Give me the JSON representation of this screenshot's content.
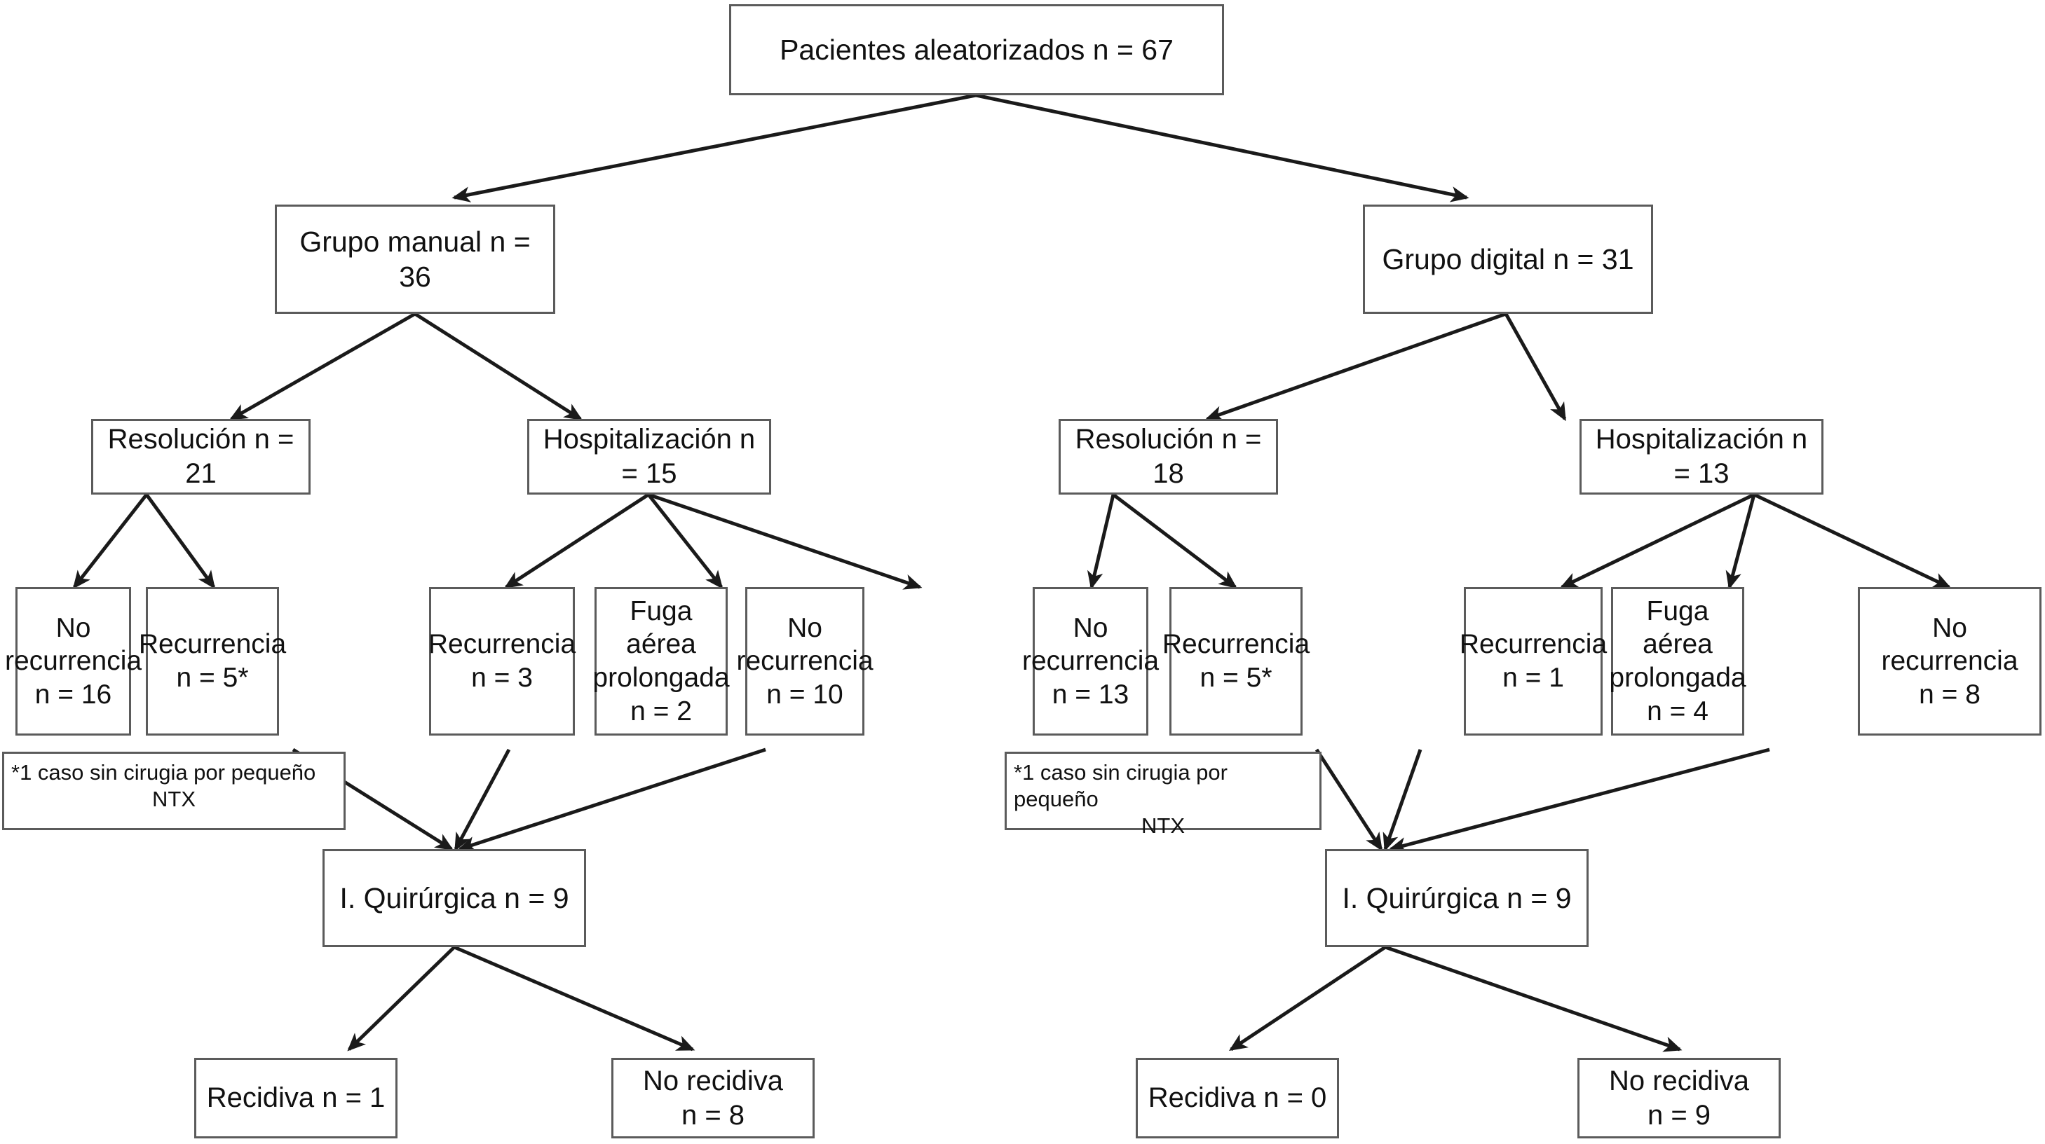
{
  "diagram": {
    "type": "flowchart",
    "title_text": "",
    "colors": {
      "box_border": "#5b5b5b",
      "box_fill": "#ffffff",
      "edge": "#1a1a1a",
      "text": "#111111"
    },
    "nodes": {
      "root": {
        "label": "Pacientes aleatorizados n = 67"
      },
      "group_manual": {
        "label": "Grupo manual n = 36"
      },
      "group_digital": {
        "label": "Grupo digital n = 31"
      },
      "manual_resolucion": {
        "label": "Resolución n = 21"
      },
      "manual_hospitalizacion": {
        "label": "Hospitalización n = 15"
      },
      "digital_resolucion": {
        "label": "Resolución n = 18"
      },
      "digital_hospitalizacion": {
        "label": "Hospitalización n = 13"
      },
      "manual_no_recurrencia_16": {
        "label": "No\nrecurrencia\nn = 16"
      },
      "manual_recurrencia_5": {
        "label": "Recurrencia\nn = 5*"
      },
      "manual_recurrencia_3": {
        "label": "Recurrencia\nn = 3"
      },
      "manual_fuga_2": {
        "label": "Fuga aérea\nprolongada\nn = 2"
      },
      "manual_no_recurrencia_10": {
        "label": "No\nrecurrencia\nn = 10"
      },
      "digital_no_recurrencia_13": {
        "label": "No\nrecurrencia\nn = 13"
      },
      "digital_recurrencia_5": {
        "label": "Recurrencia\nn = 5*"
      },
      "digital_recurrencia_1": {
        "label": "Recurrencia\nn = 1"
      },
      "digital_fuga_4": {
        "label": "Fuga aérea\nprolongada\nn = 4"
      },
      "digital_no_recurrencia_8": {
        "label": "No\nrecurrencia\nn = 8"
      },
      "manual_footnote": {
        "line1": "*1 caso sin cirugia por pequeño",
        "line2": "NTX"
      },
      "digital_footnote": {
        "line1": "*1 caso sin cirugia por pequeño",
        "line2": "NTX"
      },
      "manual_quirurgica": {
        "label": "I. Quirúrgica n = 9"
      },
      "digital_quirurgica": {
        "label": "I. Quirúrgica n = 9"
      },
      "manual_recidiva": {
        "label": "Recidiva n = 1"
      },
      "manual_no_recidiva": {
        "label": "No recidiva\nn = 8"
      },
      "digital_recidiva": {
        "label": "Recidiva n = 0"
      },
      "digital_no_recidiva": {
        "label": "No recidiva\nn = 9"
      }
    },
    "edges": [
      {
        "from": "root",
        "to": "group_manual"
      },
      {
        "from": "root",
        "to": "group_digital"
      },
      {
        "from": "group_manual",
        "to": "manual_resolucion"
      },
      {
        "from": "group_manual",
        "to": "manual_hospitalizacion"
      },
      {
        "from": "group_digital",
        "to": "digital_resolucion"
      },
      {
        "from": "group_digital",
        "to": "digital_hospitalizacion"
      },
      {
        "from": "manual_resolucion",
        "to": "manual_no_recurrencia_16"
      },
      {
        "from": "manual_resolucion",
        "to": "manual_recurrencia_5"
      },
      {
        "from": "manual_hospitalizacion",
        "to": "manual_recurrencia_3"
      },
      {
        "from": "manual_hospitalizacion",
        "to": "manual_fuga_2"
      },
      {
        "from": "manual_hospitalizacion",
        "to": "manual_no_recurrencia_10"
      },
      {
        "from": "digital_resolucion",
        "to": "digital_no_recurrencia_13"
      },
      {
        "from": "digital_resolucion",
        "to": "digital_recurrencia_5"
      },
      {
        "from": "digital_hospitalizacion",
        "to": "digital_recurrencia_1"
      },
      {
        "from": "digital_hospitalizacion",
        "to": "digital_fuga_4"
      },
      {
        "from": "digital_hospitalizacion",
        "to": "digital_no_recurrencia_8"
      },
      {
        "from": "manual_recurrencia_5",
        "to": "manual_quirurgica"
      },
      {
        "from": "manual_recurrencia_3",
        "to": "manual_quirurgica"
      },
      {
        "from": "manual_fuga_2",
        "to": "manual_quirurgica"
      },
      {
        "from": "digital_recurrencia_5",
        "to": "digital_quirurgica"
      },
      {
        "from": "digital_recurrencia_1",
        "to": "digital_quirurgica"
      },
      {
        "from": "digital_fuga_4",
        "to": "digital_quirurgica"
      },
      {
        "from": "manual_quirurgica",
        "to": "manual_recidiva"
      },
      {
        "from": "manual_quirurgica",
        "to": "manual_no_recidiva"
      },
      {
        "from": "digital_quirurgica",
        "to": "digital_recidiva"
      },
      {
        "from": "digital_quirurgica",
        "to": "digital_no_recidiva"
      }
    ]
  }
}
